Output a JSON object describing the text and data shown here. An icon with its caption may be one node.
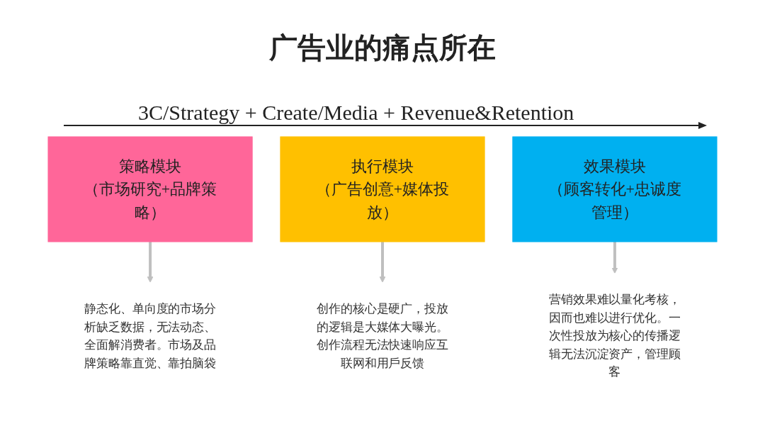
{
  "diagram": {
    "title": "广告业的痛点所在",
    "nodes": [
      {
        "text": [
          "策略模块",
          "（市场研究+品牌策略）"
        ]
      },
      {
        "text": [
          "执行模块",
          "（广告创意+媒体投放）"
        ]
      },
      {
        "text": [
          "效果模块",
          "（顾客转化+忠诚度管理）"
        ]
      },
      {
        "text": [
          "静态化、单向度的市场分析缺乏数据，无法动态、全面解消费者。市场及品牌策略靠直觉、靠拍脑袋"
        ]
      },
      {
        "text": [
          "创作的核心是硬广，投放的逻辑是大媒体大曝光。",
          "创作流程无法快速响应互联网和用戶反馈"
        ]
      },
      {
        "text": [
          "营销效果难以量化考核，因而也难以进行优化。一次性投放为核心的传播逻辑无法沉淀资产，管理顾客"
        ]
      }
    ],
    "edges": [
      {
        "from": 0,
        "to": 3,
        "arrow": "to"
      },
      {
        "from": 1,
        "to": 4,
        "arrow": "to"
      },
      {
        "from": 2,
        "to": 5,
        "arrow": "to"
      }
    ],
    "labels": [
      "3C/Strategy + Create/Media + Revenue&Retention"
    ]
  }
}
